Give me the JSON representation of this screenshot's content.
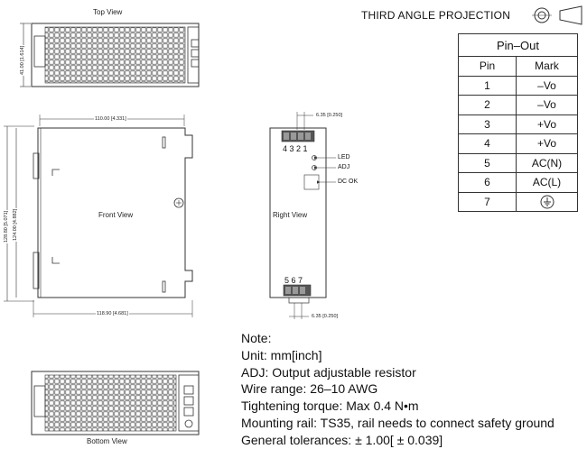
{
  "views": {
    "top": "Top View",
    "front": "Front View",
    "right": "Right View",
    "bottom": "Bottom View"
  },
  "dimensions": {
    "top_height": "41.00 [1.614]",
    "width_top": "110.00 [4.331]",
    "width_bottom": "118.90 [4.681]",
    "height_outer": "128.80 [5.071]",
    "height_inner": "124.00 [4.882]",
    "pitch_top": "6.35 [0.250]",
    "pitch_bottom": "6.35 [0.250]"
  },
  "right_view": {
    "terminal_top_numbers": "4 3 2 1",
    "terminal_bottom_numbers": "5 6 7",
    "led": "LED",
    "adj": "ADJ",
    "dc_ok": "DC OK"
  },
  "projection": "THIRD ANGLE PROJECTION",
  "pinout": {
    "title": "Pin–Out",
    "headers": [
      "Pin",
      "Mark"
    ],
    "rows": [
      [
        "1",
        "–Vo"
      ],
      [
        "2",
        "–Vo"
      ],
      [
        "3",
        "+Vo"
      ],
      [
        "4",
        "+Vo"
      ],
      [
        "5",
        "AC(N)"
      ],
      [
        "6",
        "AC(L)"
      ],
      [
        "7",
        "ground-symbol"
      ]
    ]
  },
  "notes": [
    "Note:",
    "Unit: mm[inch]",
    "ADJ: Output adjustable resistor",
    "Wire range: 26–10 AWG",
    "Tightening torque: Max 0.4 N•m",
    "Mounting rail: TS35, rail needs to connect safety ground",
    "General tolerances:  ± 1.00[ ± 0.039]"
  ]
}
